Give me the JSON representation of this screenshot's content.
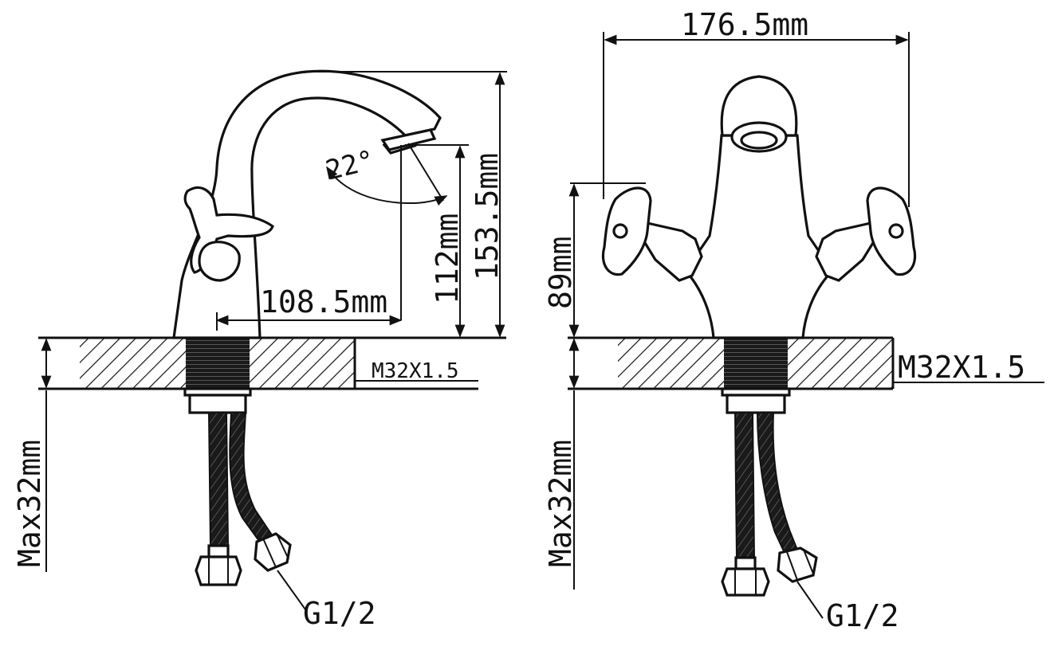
{
  "colors": {
    "ink": "#111111",
    "background": "#ffffff"
  },
  "labels": {
    "spout_reach": "108.5mm",
    "outlet_height": "112mm",
    "total_height": "153.5mm",
    "spout_angle": "22°",
    "deck_thread_left": "M32X1.5",
    "deck_thread_right": "M32X1.5",
    "max_deck_left": "Max32mm",
    "max_deck_right": "Max32mm",
    "connection_left": "G1/2",
    "connection_right": "G1/2",
    "total_width": "176.5mm",
    "handle_height": "89mm"
  }
}
